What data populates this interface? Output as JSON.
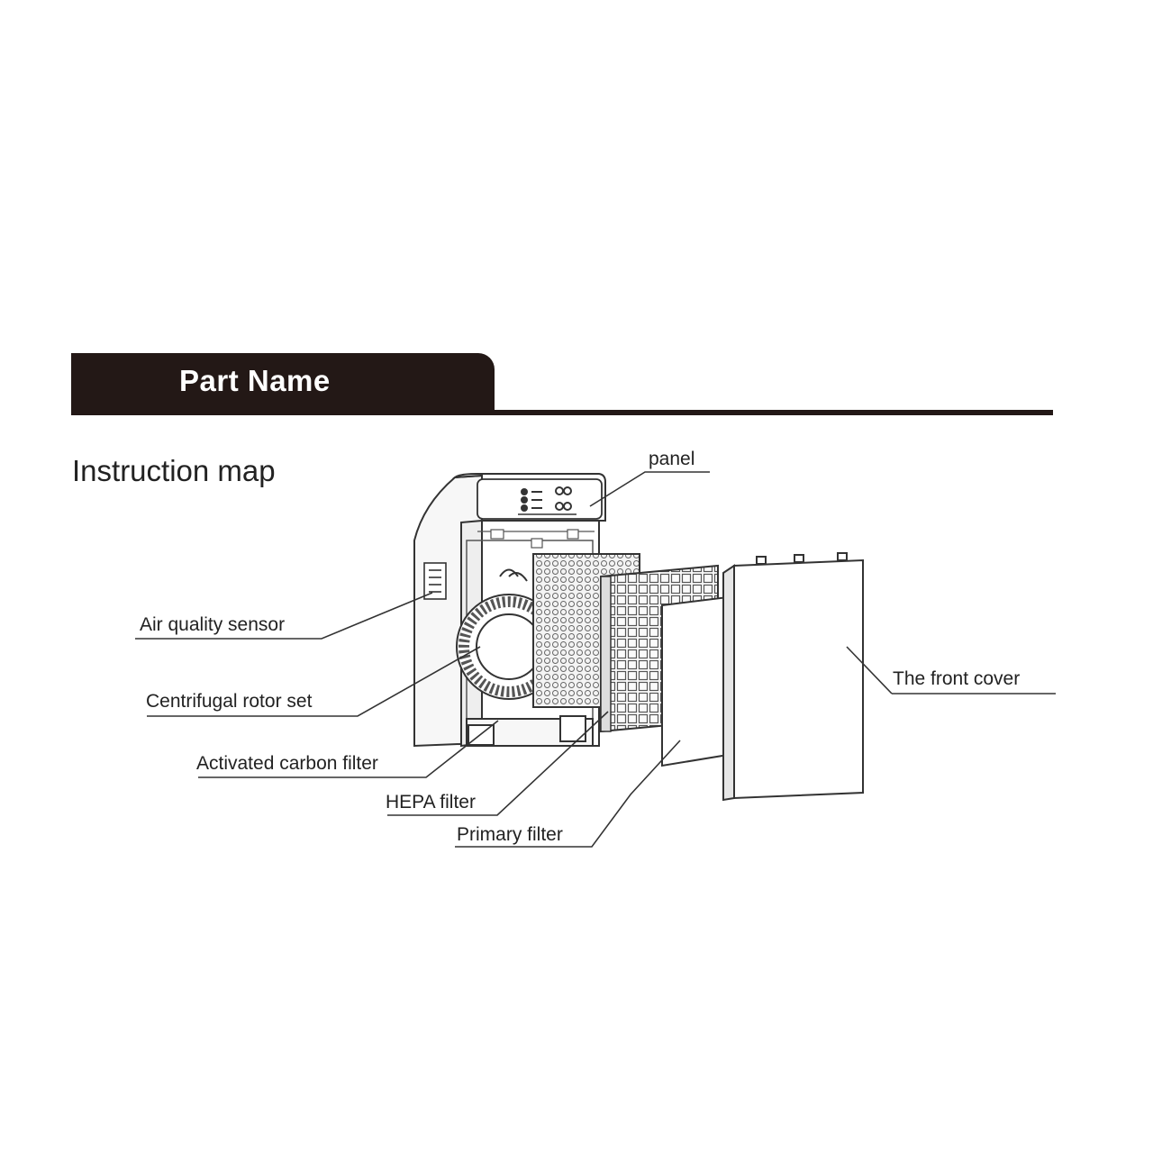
{
  "header": {
    "title": "Part Name"
  },
  "subtitle": "Instruction map",
  "labels": {
    "panel": "panel",
    "air_quality_sensor": "Air quality sensor",
    "centrifugal_rotor_set": "Centrifugal rotor set",
    "activated_carbon_filter": "Activated carbon filter",
    "hepa_filter": "HEPA filter",
    "primary_filter": "Primary filter",
    "front_cover": "The front cover"
  }
}
